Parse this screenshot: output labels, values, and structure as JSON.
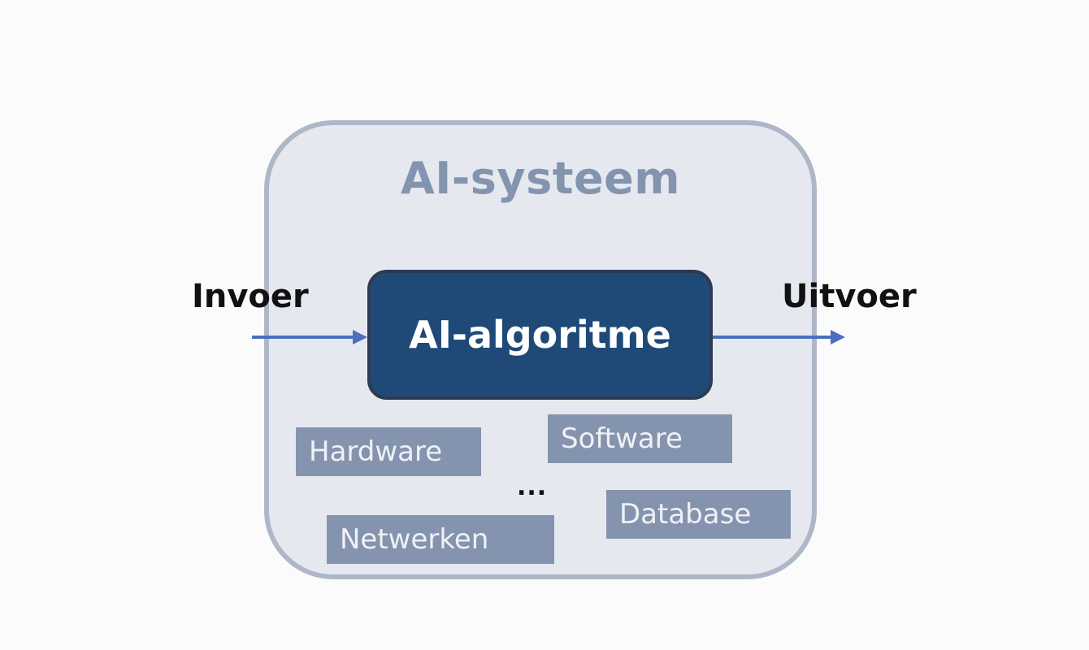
{
  "system": {
    "title": "AI-systeem"
  },
  "algorithm": {
    "label": "AI-algoritme"
  },
  "io": {
    "input_label": "Invoer",
    "output_label": "Uitvoer"
  },
  "components": {
    "hardware": "Hardware",
    "software": "Software",
    "database": "Database",
    "netwerken": "Netwerken",
    "more": "..."
  },
  "colors": {
    "arrow": "#4a6fbd",
    "system_fill": "#e6e8f0",
    "system_border": "#aeb7c8",
    "algorithm_fill": "#1f4a78",
    "component_fill": "#8594ae"
  }
}
